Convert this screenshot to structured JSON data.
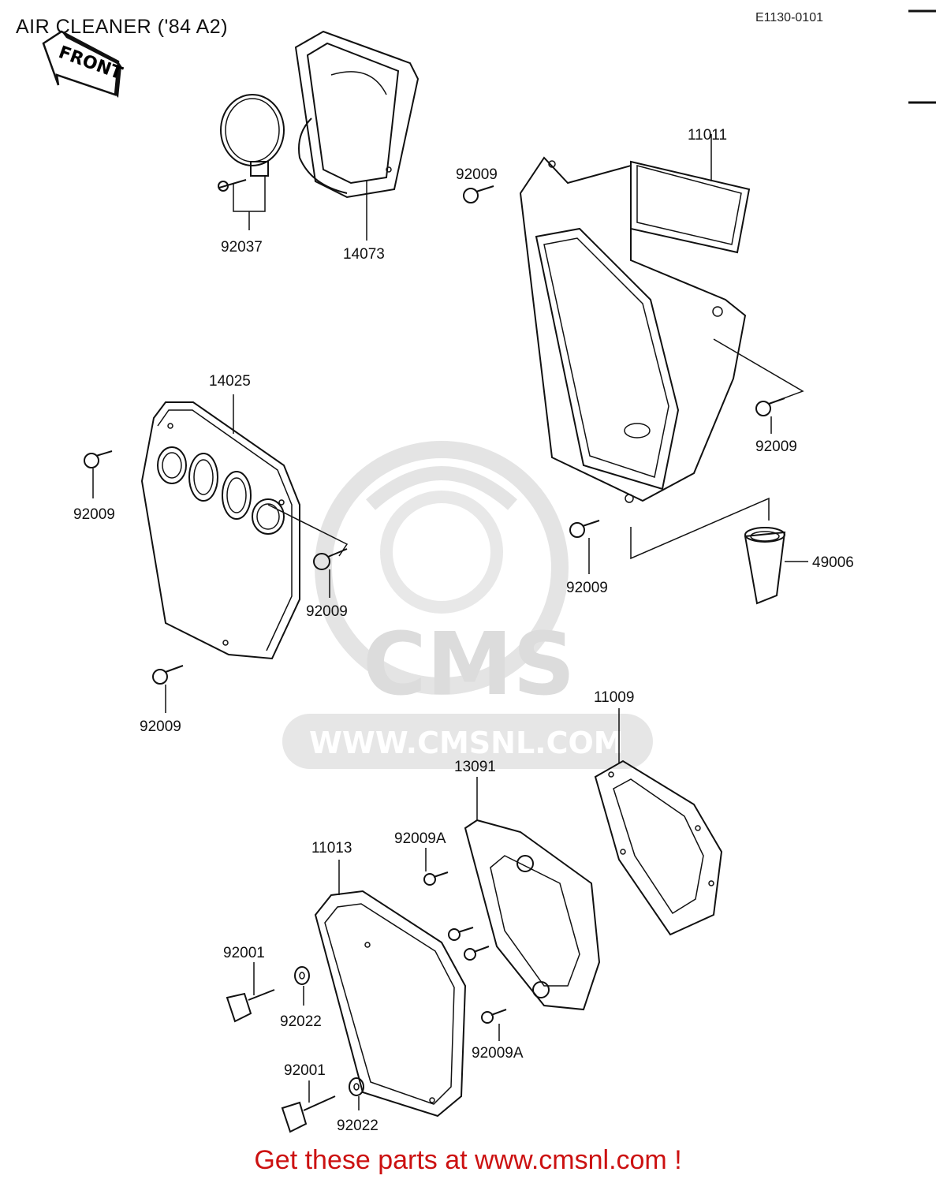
{
  "header": {
    "title": "AIR CLEANER ('84 A2)",
    "diagram_code": "E1130-0101"
  },
  "front_arrow": {
    "label": "FRONT"
  },
  "watermark": {
    "brand": "CMS",
    "url": "WWW.CMSNL.COM"
  },
  "parts": {
    "p92037": "92037",
    "p14073": "14073",
    "p92009_a": "92009",
    "p11011": "11011",
    "p14025": "14025",
    "p92009_b": "92009",
    "p92009_c": "92009",
    "p92009_d": "92009",
    "p92009_e": "92009",
    "p49006": "49006",
    "p92009_f": "92009",
    "p11009": "11009",
    "p13091": "13091",
    "p92009A_a": "92009A",
    "p11013": "11013",
    "p92001_a": "92001",
    "p92022_a": "92022",
    "p92009A_b": "92009A",
    "p92001_b": "92001",
    "p92022_b": "92022"
  },
  "footer": {
    "text": "Get these parts at www.cmsnl.com !",
    "color": "#cc1111"
  }
}
